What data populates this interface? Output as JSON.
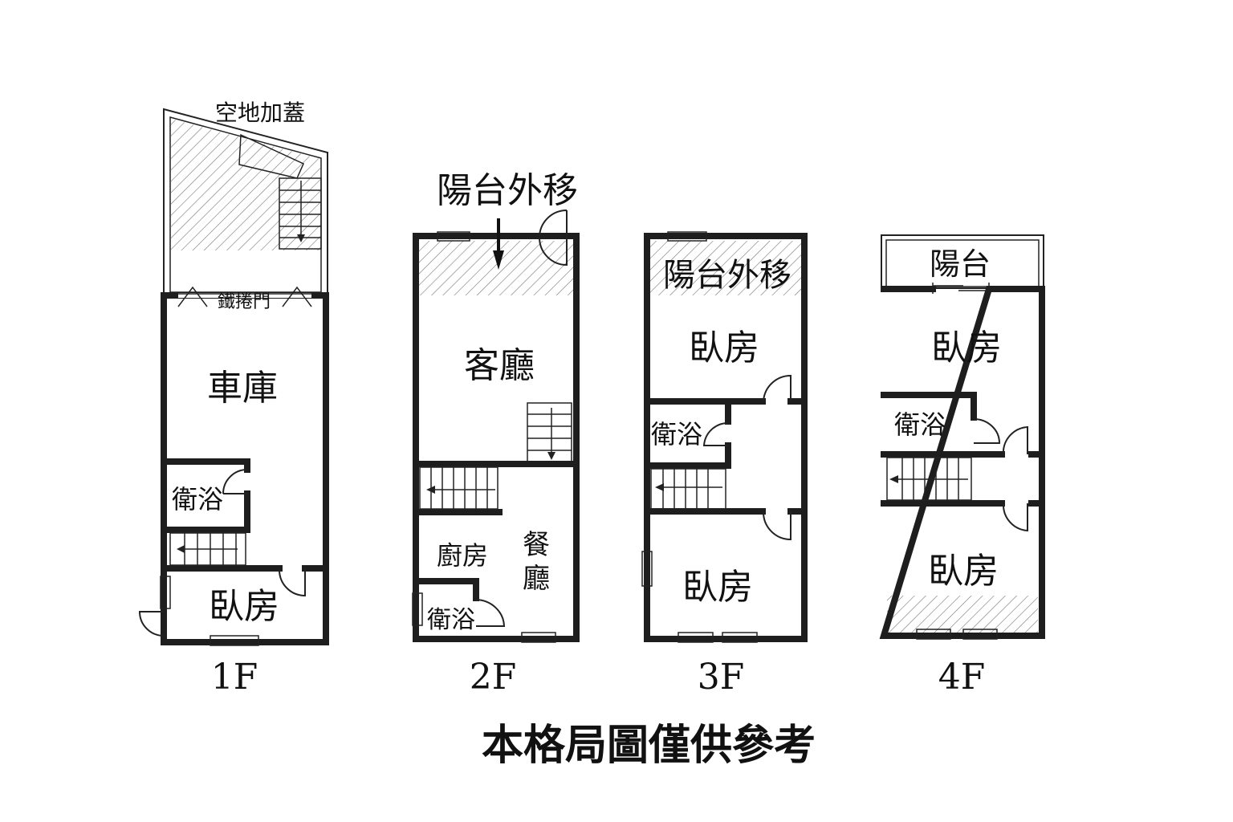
{
  "floors": [
    {
      "label": "1F",
      "rooms": {
        "annex": "空地加蓋",
        "shutter": "鐵捲門",
        "garage": "車庫",
        "bath": "衛浴",
        "bedroom": "臥房"
      }
    },
    {
      "label": "2F",
      "rooms": {
        "balcony_note": "陽台外移",
        "living": "客廳",
        "kitchen": "廚房",
        "dining_1": "餐",
        "dining_2": "廳",
        "bath": "衛浴"
      }
    },
    {
      "label": "3F",
      "rooms": {
        "balcony_note": "陽台外移",
        "bedroom_1": "臥房",
        "bath": "衛浴",
        "bedroom_2": "臥房"
      }
    },
    {
      "label": "4F",
      "rooms": {
        "balcony": "陽台",
        "bedroom_1": "臥房",
        "bath": "衛浴",
        "bedroom_2": "臥房"
      }
    }
  ],
  "disclaimer": "本格局圖僅供參考"
}
